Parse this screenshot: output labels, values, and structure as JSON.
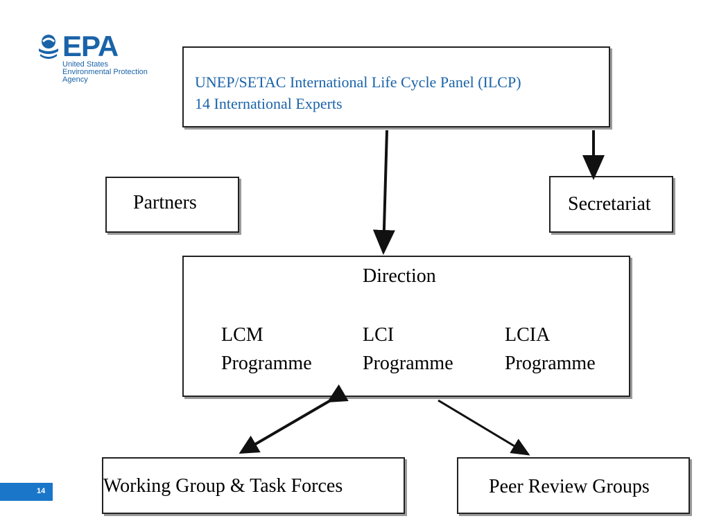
{
  "logo": {
    "wordmark": "EPA",
    "line1": "United States",
    "line2": "Environmental Protection",
    "line3": "Agency"
  },
  "panel": {
    "title": "UNEP/SETAC International Life Cycle Panel (ILCP)",
    "subtitle": "14 International Experts"
  },
  "partners": {
    "label": "Partners"
  },
  "secretariat": {
    "label": "Secretariat"
  },
  "direction": {
    "title": "Direction",
    "programmes": [
      {
        "name": "LCM",
        "type": "Programme"
      },
      {
        "name": "LCI",
        "type": "Programme"
      },
      {
        "name": "LCIA",
        "type": "Programme"
      }
    ]
  },
  "working_group": {
    "label": "Working Group & Task Forces"
  },
  "peer_review": {
    "label": "Peer Review Groups"
  },
  "page_number": "14",
  "colors": {
    "brand_blue": "#1a63a8",
    "tab_blue": "#1a76c8",
    "border": "#222222",
    "shadow": "#9a9a9a"
  }
}
